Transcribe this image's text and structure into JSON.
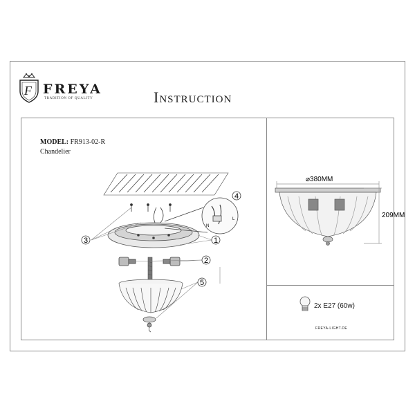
{
  "brand": {
    "name": "FREYA",
    "tagline": "TRADITION OF QUALITY",
    "monogram": "F"
  },
  "document": {
    "title": "Instruction",
    "model_label": "MODEL:",
    "model_number": "FR913-02-R",
    "product_type": "Chandelier"
  },
  "callouts": [
    "1",
    "2",
    "3",
    "4",
    "5"
  ],
  "wiring_labels": {
    "neutral": "N",
    "line": "L"
  },
  "dimensions": {
    "diameter": "⌀380MM",
    "height": "209MM"
  },
  "lamp_spec": "2x E27 (60w)",
  "website": "FREYA-LIGHT.DE",
  "icons": {
    "brand_emblem": "crest-icon",
    "bulb": "bulb-icon"
  }
}
